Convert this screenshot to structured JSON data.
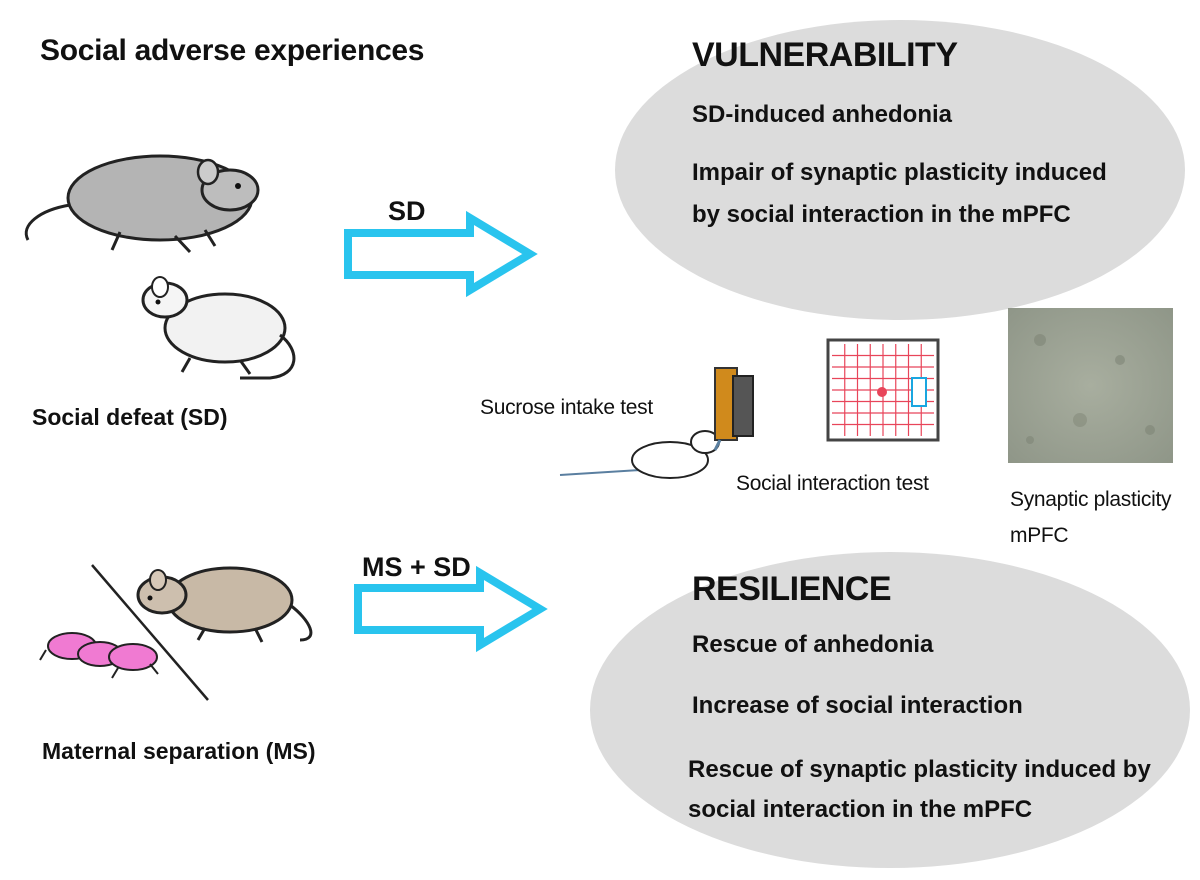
{
  "title": "Social adverse experiences",
  "left": {
    "sd_label": "Social defeat (SD)",
    "ms_label": "Maternal separation (MS)"
  },
  "arrows": {
    "top_label": "SD",
    "bottom_label": "MS + SD",
    "color": "#29c4ee"
  },
  "vulnerability": {
    "heading": "VULNERABILITY",
    "items": [
      "SD-induced anhedonia",
      "Impair of synaptic plasticity induced",
      "by social interaction in the mPFC"
    ]
  },
  "resilience": {
    "heading": "RESILIENCE",
    "items": [
      "Rescue of anhedonia",
      "Increase of social interaction",
      "Rescue of synaptic plasticity induced by",
      "social interaction in the mPFC"
    ]
  },
  "tests": {
    "sucrose": "Sucrose intake test",
    "social": "Social interaction test",
    "synaptic_line1": "Synaptic plasticity",
    "synaptic_line2": "mPFC"
  },
  "colors": {
    "ellipse_fill": "#dcdcdc",
    "grid_red": "#e8455a",
    "pup_pink": "#f07ad2",
    "tissue": "#9fa595"
  }
}
